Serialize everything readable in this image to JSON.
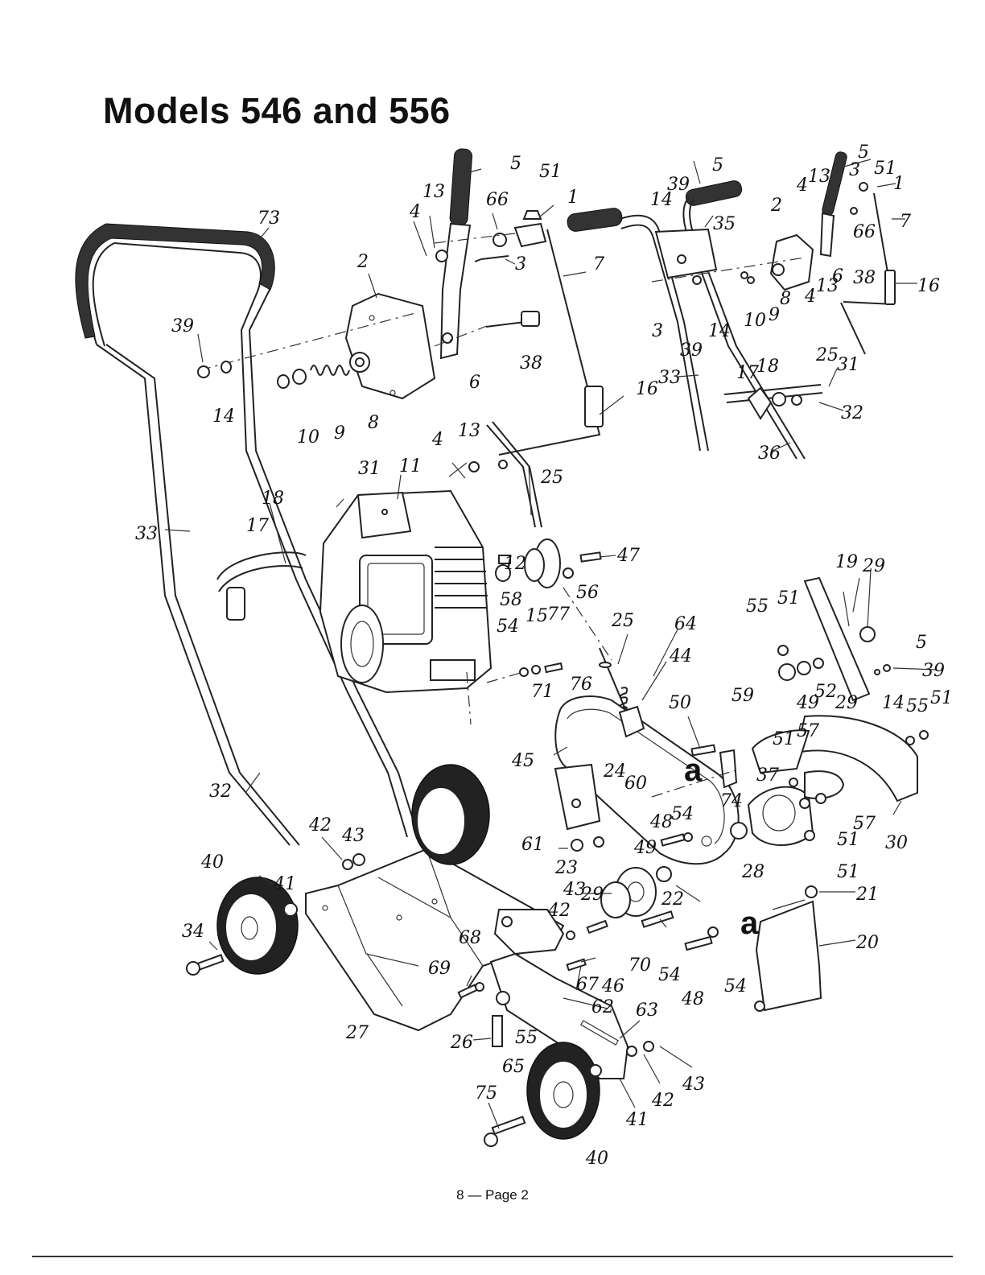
{
  "page_title": "Models 546 and 556",
  "footer": "8 — Page 2",
  "view_callouts": [
    "a",
    "a"
  ],
  "part_labels": [
    {
      "id": "p1",
      "n": "1"
    },
    {
      "id": "p2",
      "n": "2"
    },
    {
      "id": "p3",
      "n": "3"
    },
    {
      "id": "p4",
      "n": "4"
    },
    {
      "id": "p5",
      "n": "5"
    },
    {
      "id": "p6",
      "n": "6"
    },
    {
      "id": "p7",
      "n": "7"
    },
    {
      "id": "p8",
      "n": "8"
    },
    {
      "id": "p9",
      "n": "9"
    },
    {
      "id": "p10",
      "n": "10"
    },
    {
      "id": "p11",
      "n": "11"
    },
    {
      "id": "p12",
      "n": "12"
    },
    {
      "id": "p13",
      "n": "13"
    },
    {
      "id": "p14",
      "n": "14"
    },
    {
      "id": "p15",
      "n": "15"
    },
    {
      "id": "p16",
      "n": "16"
    },
    {
      "id": "p17",
      "n": "17"
    },
    {
      "id": "p18",
      "n": "18"
    },
    {
      "id": "p19",
      "n": "19"
    },
    {
      "id": "p20",
      "n": "20"
    },
    {
      "id": "p21",
      "n": "21"
    },
    {
      "id": "p22",
      "n": "22"
    },
    {
      "id": "p23",
      "n": "23"
    },
    {
      "id": "p24",
      "n": "24"
    },
    {
      "id": "p25",
      "n": "25"
    },
    {
      "id": "p26",
      "n": "26"
    },
    {
      "id": "p27",
      "n": "27"
    },
    {
      "id": "p28",
      "n": "28"
    },
    {
      "id": "p29",
      "n": "29"
    },
    {
      "id": "p30",
      "n": "30"
    },
    {
      "id": "p31",
      "n": "31"
    },
    {
      "id": "p32",
      "n": "32"
    },
    {
      "id": "p33",
      "n": "33"
    },
    {
      "id": "p34",
      "n": "34"
    },
    {
      "id": "p35",
      "n": "35"
    },
    {
      "id": "p36",
      "n": "36"
    },
    {
      "id": "p37",
      "n": "37"
    },
    {
      "id": "p38",
      "n": "38"
    },
    {
      "id": "p39",
      "n": "39"
    },
    {
      "id": "p40",
      "n": "40"
    },
    {
      "id": "p41",
      "n": "41"
    },
    {
      "id": "p42",
      "n": "42"
    },
    {
      "id": "p43",
      "n": "43"
    },
    {
      "id": "p44",
      "n": "44"
    },
    {
      "id": "p45",
      "n": "45"
    },
    {
      "id": "p46",
      "n": "46"
    },
    {
      "id": "p47",
      "n": "47"
    },
    {
      "id": "p48",
      "n": "48"
    },
    {
      "id": "p49",
      "n": "49"
    },
    {
      "id": "p50",
      "n": "50"
    },
    {
      "id": "p51",
      "n": "51"
    },
    {
      "id": "p52",
      "n": "52"
    },
    {
      "id": "p54",
      "n": "54"
    },
    {
      "id": "p55",
      "n": "55"
    },
    {
      "id": "p56",
      "n": "56"
    },
    {
      "id": "p57",
      "n": "57"
    },
    {
      "id": "p58",
      "n": "58"
    },
    {
      "id": "p59",
      "n": "59"
    },
    {
      "id": "p60",
      "n": "60"
    },
    {
      "id": "p61",
      "n": "61"
    },
    {
      "id": "p62",
      "n": "62"
    },
    {
      "id": "p63",
      "n": "63"
    },
    {
      "id": "p64",
      "n": "64"
    },
    {
      "id": "p65",
      "n": "65"
    },
    {
      "id": "p66",
      "n": "66"
    },
    {
      "id": "p67",
      "n": "67"
    },
    {
      "id": "p68",
      "n": "68"
    },
    {
      "id": "p69",
      "n": "69"
    },
    {
      "id": "p70",
      "n": "70"
    },
    {
      "id": "p71",
      "n": "71"
    },
    {
      "id": "p73",
      "n": "73"
    },
    {
      "id": "p74",
      "n": "74"
    },
    {
      "id": "p75",
      "n": "75"
    },
    {
      "id": "p76",
      "n": "76"
    },
    {
      "id": "p77",
      "n": "77"
    }
  ]
}
